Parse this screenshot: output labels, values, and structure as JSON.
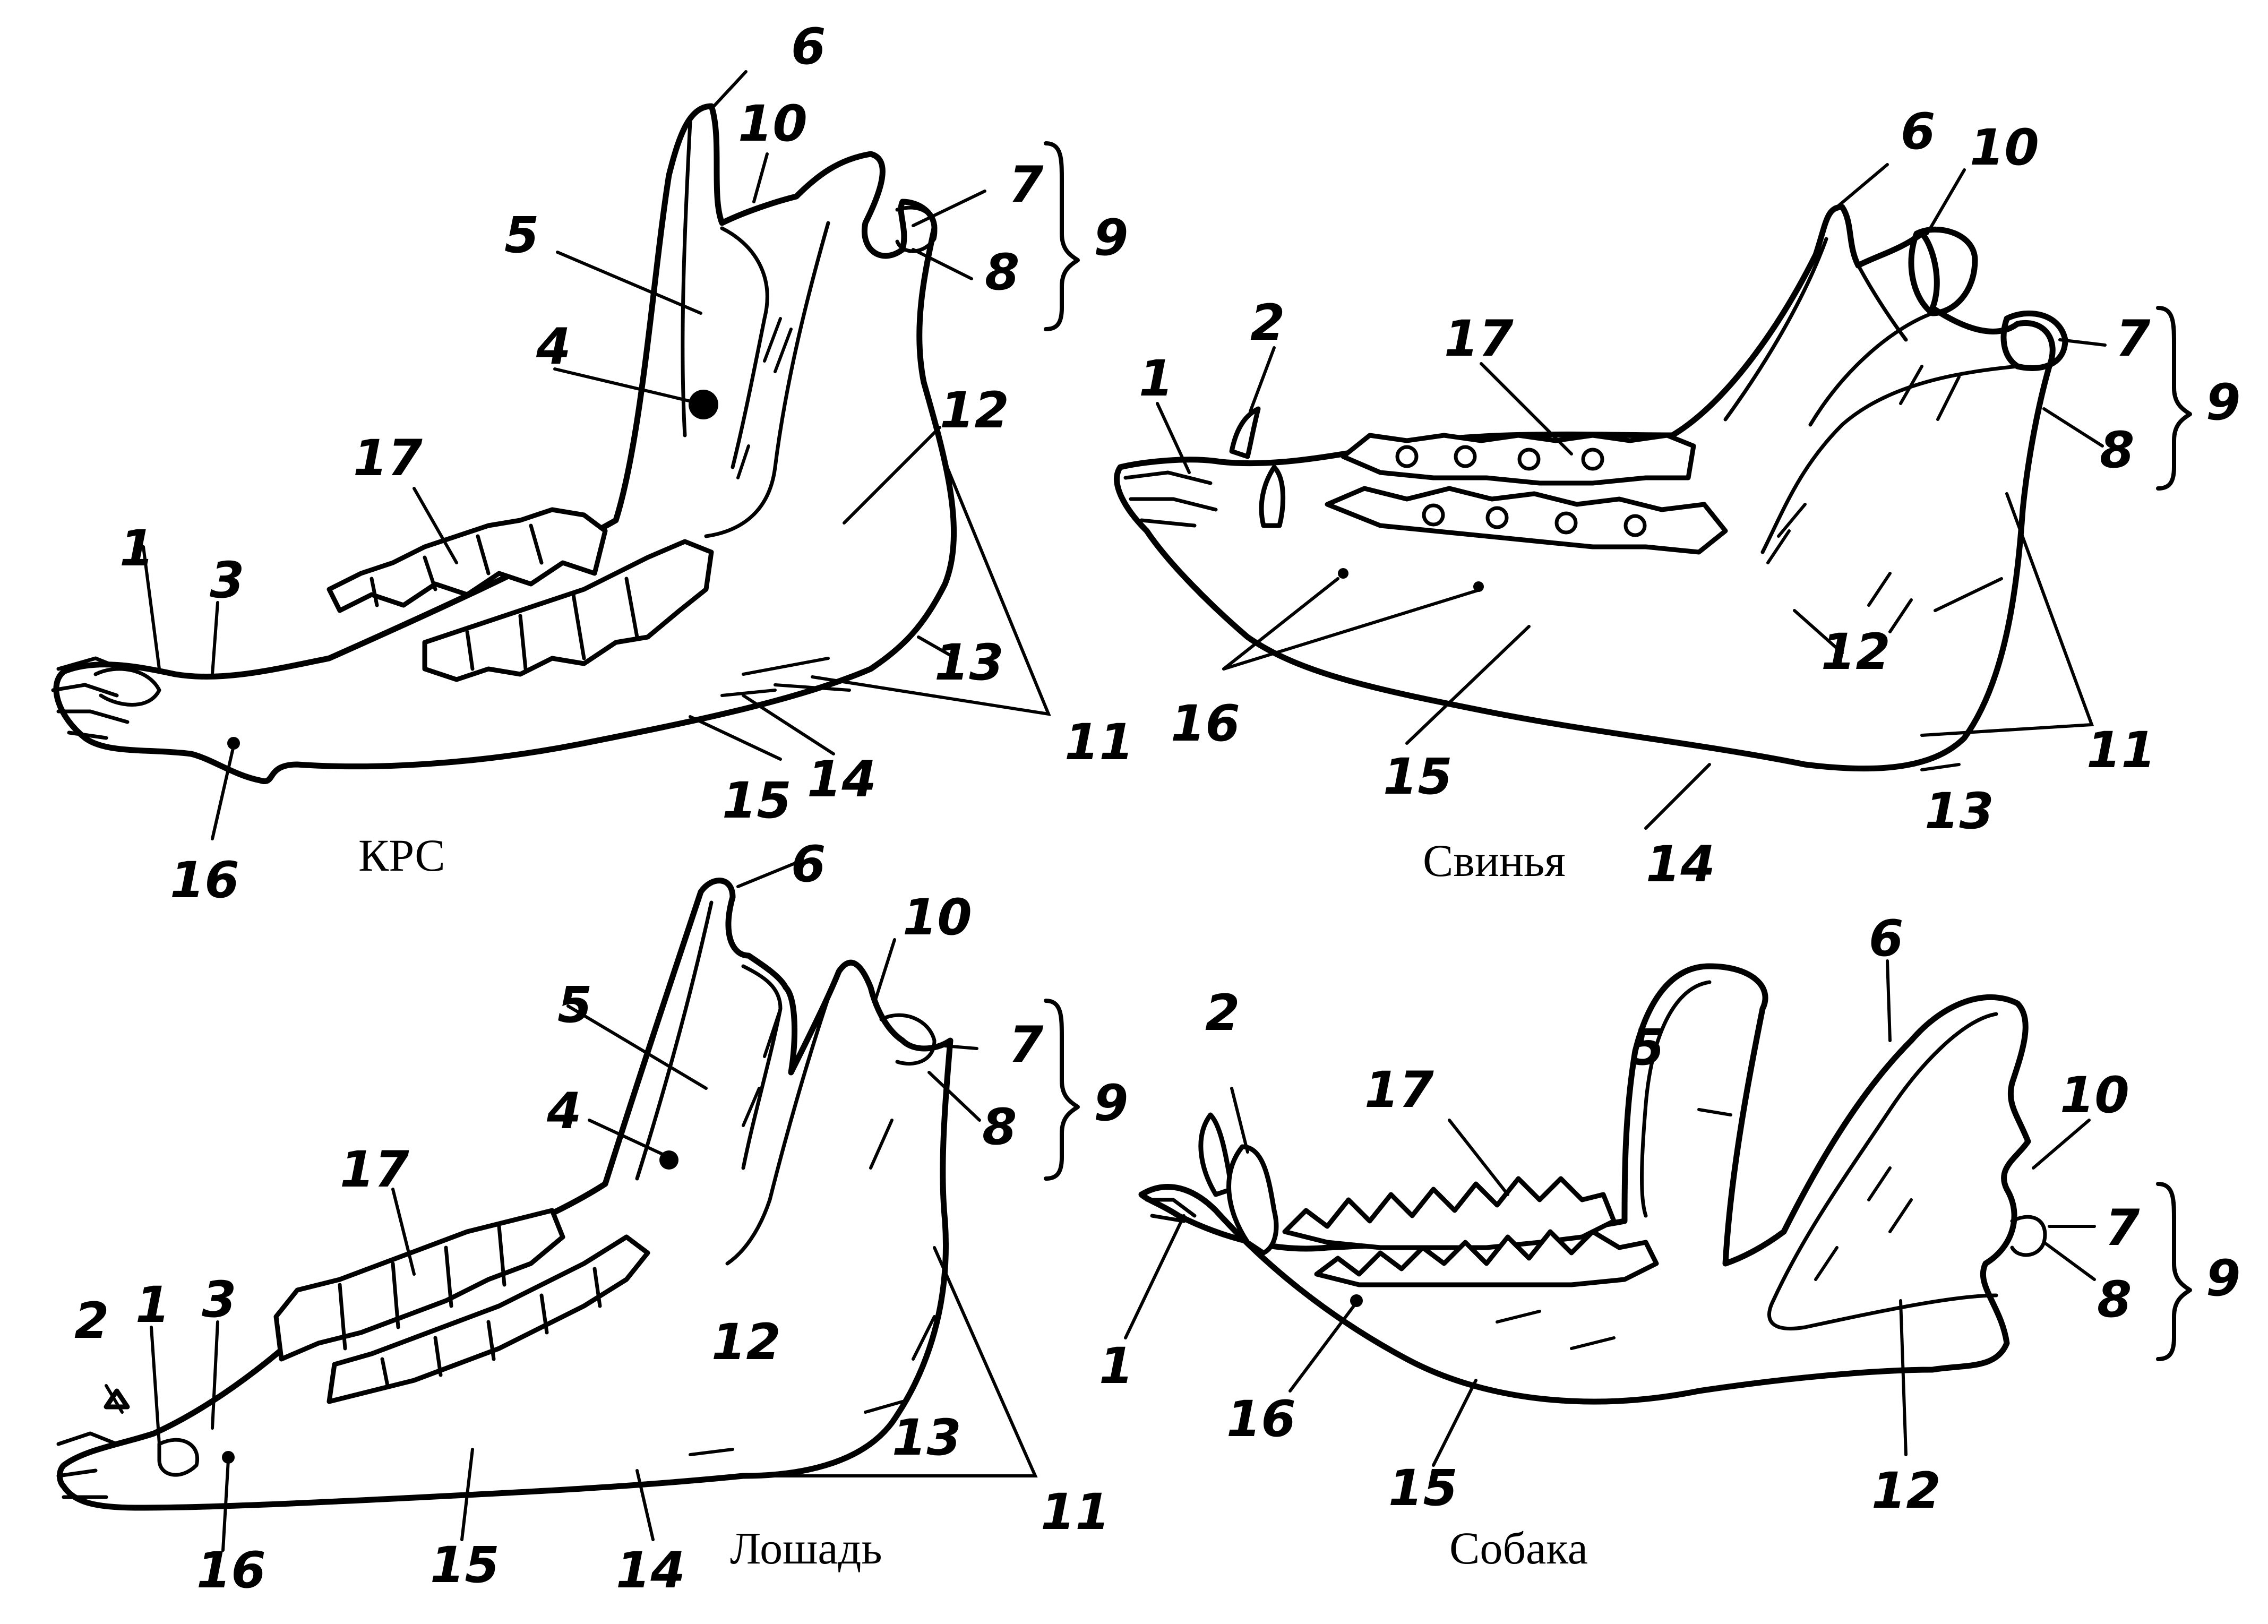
{
  "panels": {
    "cattle": {
      "caption": "КРС",
      "labels": {
        "n1": "1",
        "n3": "3",
        "n4": "4",
        "n5": "5",
        "n6": "6",
        "n7": "7",
        "n8": "8",
        "n9": "9",
        "n10": "10",
        "n11": "11",
        "n12": "12",
        "n13": "13",
        "n14": "14",
        "n15": "15",
        "n16": "16",
        "n17": "17"
      }
    },
    "pig": {
      "caption": "Свинья",
      "labels": {
        "n1": "1",
        "n2": "2",
        "n6": "6",
        "n7": "7",
        "n8": "8",
        "n9": "9",
        "n10": "10",
        "n11": "11",
        "n12": "12",
        "n13": "13",
        "n14": "14",
        "n15": "15",
        "n16": "16",
        "n17": "17"
      }
    },
    "horse": {
      "caption": "Лошадь",
      "labels": {
        "n1": "1",
        "n2": "2",
        "n3": "3",
        "n4": "4",
        "n5": "5",
        "n6": "6",
        "n7": "7",
        "n8": "8",
        "n9": "9",
        "n10": "10",
        "n11": "11",
        "n12": "12",
        "n13": "13",
        "n14": "14",
        "n15": "15",
        "n16": "16",
        "n17": "17"
      }
    },
    "dog": {
      "caption": "Собака",
      "labels": {
        "n1": "1",
        "n2": "2",
        "n5": "5",
        "n6": "6",
        "n7": "7",
        "n8": "8",
        "n9": "9",
        "n10": "10",
        "n12": "12",
        "n15": "15",
        "n16": "16",
        "n17": "17"
      }
    }
  }
}
